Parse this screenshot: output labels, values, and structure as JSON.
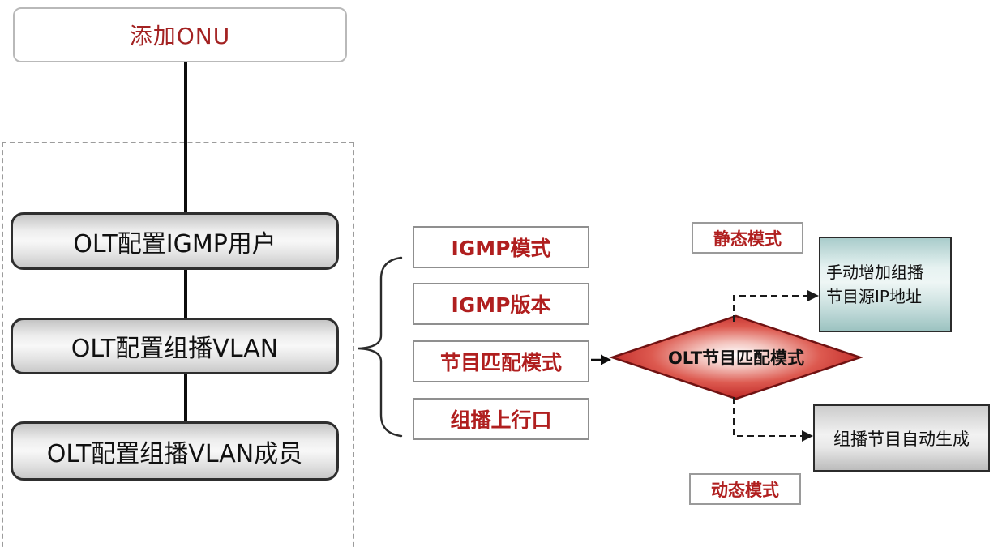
{
  "flow": {
    "start": {
      "label": "添加ONU"
    },
    "group_steps": [
      {
        "label": "OLT配置IGMP用户"
      },
      {
        "label": "OLT配置组播VLAN"
      },
      {
        "label": "OLT配置组播VLAN成员"
      }
    ],
    "vlan_params": [
      {
        "label": "IGMP模式"
      },
      {
        "label": "IGMP版本"
      },
      {
        "label": "节目匹配模式"
      },
      {
        "label": "组播上行口"
      }
    ],
    "decision": {
      "label": "OLT节目匹配模式"
    },
    "static_branch": {
      "mode_label": "静态模式",
      "result_label": "手动增加组播节目源IP地址",
      "result_lines": [
        "手动增加组播",
        "节目源IP地址"
      ]
    },
    "dynamic_branch": {
      "mode_label": "动态模式",
      "result_label": "组播节目自动生成"
    }
  },
  "colors": {
    "red_text": "#b01f1f",
    "start_text": "#a32222",
    "diamond_edge": "#aa1f1f",
    "diamond_border": "#701212",
    "teal_top": "#a9cccb",
    "teal_bottom": "#9cc3c1",
    "gray_box_border": "#2e2e2e",
    "dashed_border": "#9c9c9c",
    "connector": "#0d0d0d"
  }
}
